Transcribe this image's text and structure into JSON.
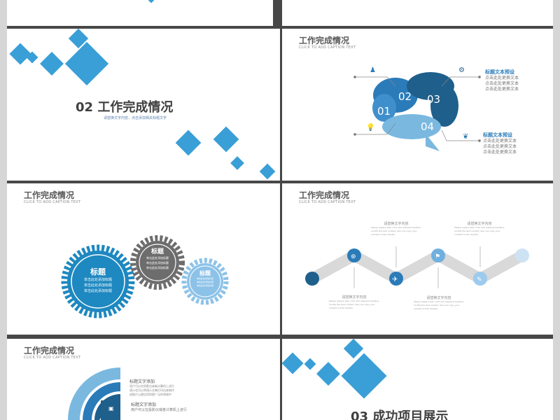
{
  "section_title": "工作完成情况",
  "caption": "CLICK TO ADD CAPTION TEXT",
  "slide_02": {
    "heading": "02 工作完成情况",
    "subtitle": "请替换文字内容，点击添加相关标题文字"
  },
  "brain": {
    "numbers": [
      "01",
      "02",
      "03",
      "04"
    ],
    "labels": [
      {
        "title": "标题文本预设",
        "lines": [
          "点击此处更换文本",
          "点击此处更换文本",
          "点击此处更换文本"
        ]
      },
      {
        "title": "标题文本预设",
        "lines": [
          "点击此处更换文本",
          "点击此处更换文本",
          "点击此处更换文本"
        ]
      }
    ],
    "colors": {
      "dark": "#1f5f8b",
      "mid": "#2b7bb9",
      "light": "#7ab8e0"
    }
  },
  "gears": [
    {
      "title": "标题",
      "lines": [
        "单击此处添加标题",
        "单击此处添加标题",
        "单击此处添加标题"
      ],
      "color": "#1e88c0"
    },
    {
      "title": "标题",
      "lines": [
        "单击此处添加标题",
        "单击此处添加标题",
        "单击此处添加标题"
      ],
      "color": "#6d6d6d"
    },
    {
      "title": "标题",
      "lines": [
        "单击此处添加标题",
        "单击此处添加标题",
        "单击此处添加标题"
      ],
      "color": "#8cc2e8"
    }
  ],
  "timeline": {
    "items": [
      {
        "title": "请替换文字内容",
        "body": "Please replace text, click add relevant headline, modify the text content, also can copy your content to this directly."
      },
      {
        "title": "请替换文字内容",
        "body": "Please replace text, click add relevant headline, modify the text content, also can copy your content to this directly."
      },
      {
        "title": "请替换文字内容",
        "body": "Please replace text, click add relevant headline, modify the text content, also can copy your content to this directly."
      },
      {
        "title": "请替换文字内容",
        "body": "Please replace text, click add relevant headline, modify the text content, also can copy your content to this directly."
      }
    ]
  },
  "arc_slide": {
    "items": [
      {
        "title": "标题文字添加",
        "lines": [
          "用户可以在投影仪或者计算机上进行",
          "演示也可以将演示文稿打印出来制作",
          "成胶片以便应用到更广泛的领域中"
        ]
      },
      {
        "title": "标题文字添加",
        "lines": [
          "用户可以在投影仪或者计算机上进行"
        ]
      }
    ]
  },
  "slide_03": {
    "heading": "03 成功项目展示"
  }
}
